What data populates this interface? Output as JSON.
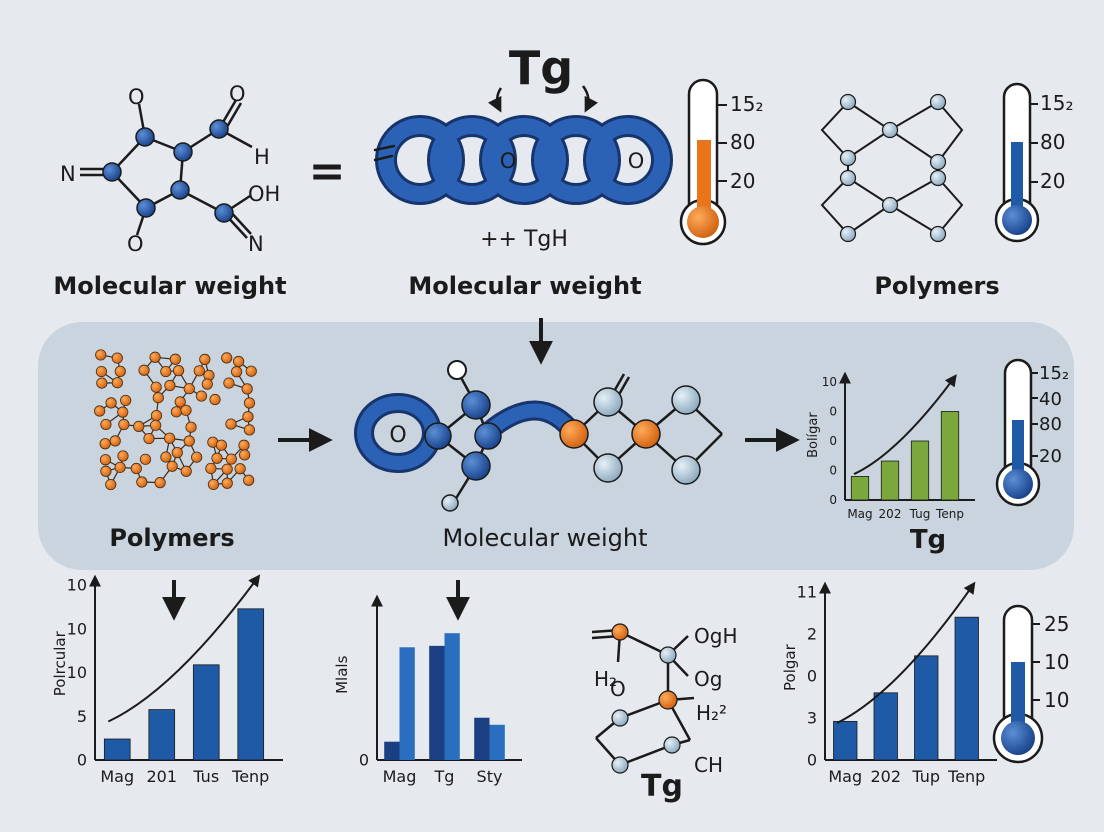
{
  "row1": {
    "left_caption": "Molecular weight",
    "center_caption": "Molecular weight",
    "right_caption": "Polymers",
    "equals_sign": "=",
    "tg_title": "Tg",
    "chain_sub_label": "++ TgH",
    "molecule_atoms": [
      "O",
      "O",
      "H",
      "N",
      "OH",
      "O",
      "N"
    ],
    "chain_ring_labels": [
      "O",
      "O"
    ],
    "thermometer_orange_scale": [
      "15₂",
      "80",
      "20"
    ],
    "thermometer_blue_scale": [
      "15₂",
      "80",
      "20"
    ]
  },
  "row2": {
    "left_caption": "Polymers",
    "center_caption": "Molecular weight",
    "right_caption": "Tg",
    "ring_atom_label": "O",
    "thermometer_scale": [
      "15₂",
      "40",
      "80",
      "20"
    ]
  },
  "row3": {
    "molecule_atoms": [
      "OgH",
      "H₂",
      "O",
      "Og",
      "H₂²",
      "CH"
    ],
    "molecule_caption": "Tg",
    "thermometer_scale": [
      "25",
      "10",
      "10"
    ]
  },
  "chart_data": [
    {
      "type": "bar",
      "ylabel": "Bolígar",
      "y_ticks": [
        "10",
        "0",
        "0",
        "0",
        "0"
      ],
      "categories": [
        "Mag",
        "202",
        "Tug",
        "Tenp"
      ],
      "values": [
        2,
        3.3,
        5,
        7.5
      ],
      "ylim": [
        0,
        10
      ],
      "color": "#7ba83c",
      "trend_arrow": true
    },
    {
      "type": "bar",
      "ylabel": "Polrcular",
      "y_ticks": [
        "10",
        "10",
        "10",
        "5",
        "0"
      ],
      "categories": [
        "Mag",
        "201",
        "Tus",
        "Tenp"
      ],
      "values": [
        1.5,
        3.6,
        6.8,
        10.8
      ],
      "ylim": [
        0,
        12.5
      ],
      "color": "#1f5aa6",
      "trend_arrow": true
    },
    {
      "type": "bar",
      "ylabel": "Mlals",
      "y_ticks": [
        "0"
      ],
      "categories": [
        "Mag",
        "Tg",
        "Sty"
      ],
      "series": [
        {
          "values": [
            1.3,
            8.1,
            3.0
          ]
        },
        {
          "values": [
            8.0,
            9.0,
            2.5
          ]
        }
      ],
      "ylim": [
        0,
        11
      ],
      "colors": [
        "#1c3f84",
        "#2a6ec0"
      ],
      "trend_arrow": false
    },
    {
      "type": "bar",
      "ylabel": "Polgar",
      "y_ticks": [
        "11",
        "2",
        "0",
        "3",
        "0"
      ],
      "categories": [
        "Mag",
        "202",
        "Tup",
        "Tenp"
      ],
      "values": [
        2.3,
        4.0,
        6.2,
        8.5
      ],
      "ylim": [
        0,
        10
      ],
      "color": "#1f5aa6",
      "trend_arrow": true
    }
  ],
  "colors": {
    "background": "#e6eaee",
    "panel": "#c9d4de",
    "dark_blue": "#1f5aa6",
    "orange": "#e8751a",
    "light_atom": "#a9c2d3",
    "green_bar": "#7ba83c",
    "ink": "#1b1b1b"
  }
}
